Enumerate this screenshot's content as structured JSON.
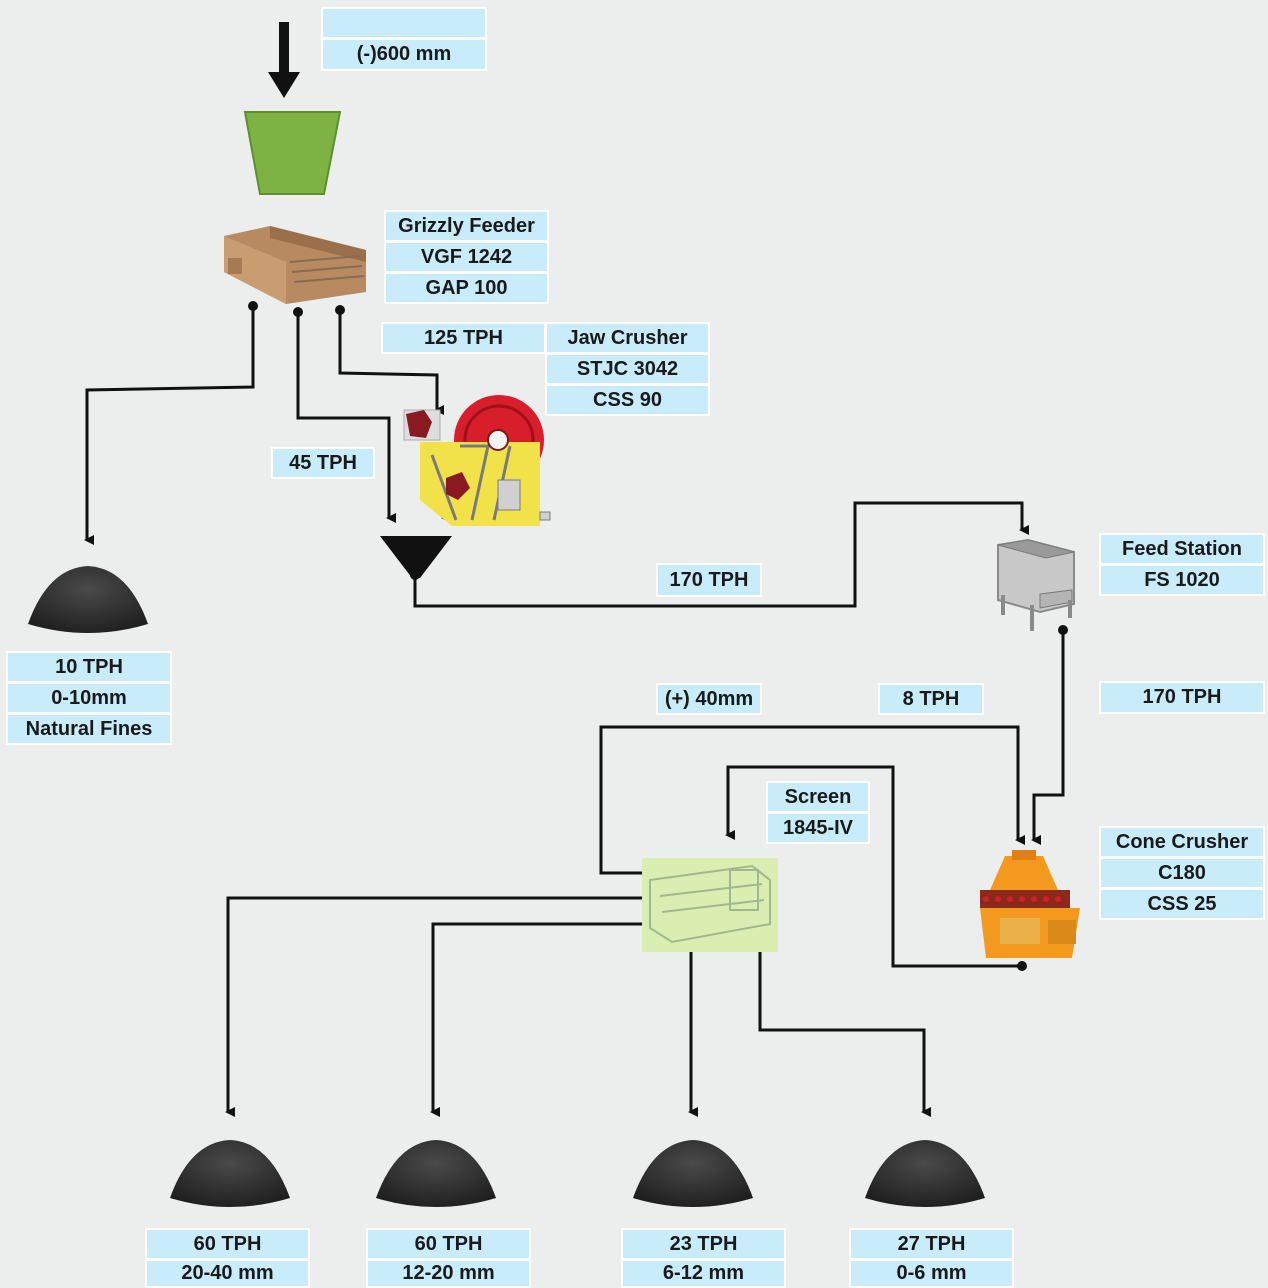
{
  "feed": {
    "top_label": "",
    "size_label": "(-)600 mm"
  },
  "grizzly_feeder": {
    "name": "Grizzly Feeder",
    "model": "VGF 1242",
    "gap": "GAP 100"
  },
  "jaw_crusher": {
    "feed_rate": "125 TPH",
    "name": "Jaw Crusher",
    "model": "STJC 3042",
    "css": "CSS 90"
  },
  "bypass": {
    "rate": "45 TPH"
  },
  "combined": {
    "rate": "170 TPH"
  },
  "natural_fines": {
    "rate": "10 TPH",
    "size": "0-10mm",
    "name": "Natural Fines"
  },
  "feed_station": {
    "name": "Feed Station",
    "model": "FS 1020",
    "rate": "170 TPH"
  },
  "recirculation": {
    "oversize": "(+) 40mm",
    "rate": "8 TPH"
  },
  "screen": {
    "name": "Screen",
    "model": "1845-IV"
  },
  "cone_crusher": {
    "name": "Cone Crusher",
    "model": "C180",
    "css": "CSS 25"
  },
  "products": [
    {
      "rate": "60 TPH",
      "size": "20-40 mm"
    },
    {
      "rate": "60 TPH",
      "size": "12-20 mm"
    },
    {
      "rate": "23 TPH",
      "size": "6-12 mm"
    },
    {
      "rate": "27 TPH",
      "size": "0-6 mm"
    }
  ],
  "colors": {
    "background": "#eceded",
    "label_fill": "#c9ecfb",
    "hopper": "#7cb342",
    "jaw_flywheel": "#d81e2a",
    "jaw_body": "#f2e24a",
    "cone": "#f39a1e",
    "screen_bg": "#d9eeb0",
    "pile": "#2b2b2b"
  }
}
